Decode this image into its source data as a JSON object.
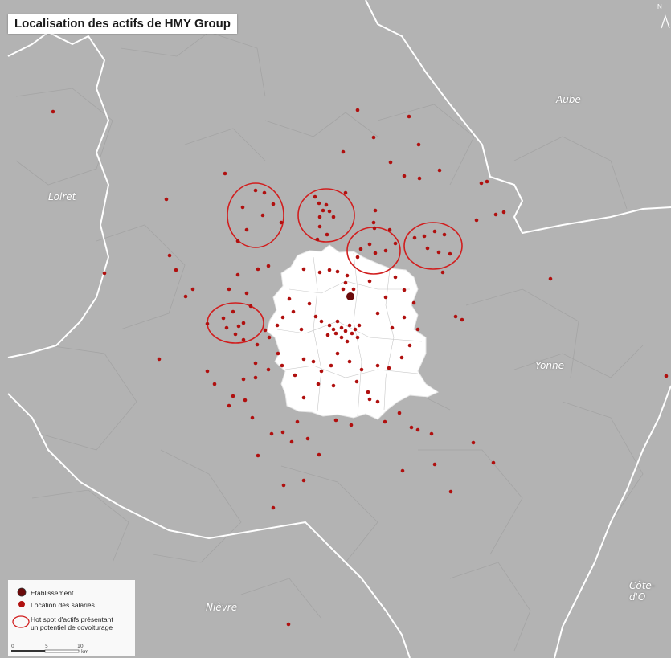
{
  "map": {
    "title": "Localisation des actifs de HMY Group",
    "departments": [
      {
        "id": "aube",
        "name": "Aube"
      },
      {
        "id": "loiret",
        "name": "Loiret"
      },
      {
        "id": "yonne",
        "name": "Yonne"
      },
      {
        "id": "nievre",
        "name": "Nièvre"
      },
      {
        "id": "cote-dor",
        "name": "Côte-d'O"
      }
    ],
    "north_arrow": "N",
    "colors": {
      "background": "#b3b3b3",
      "highlight_area": "#ffffff",
      "employee_dot": "#b0100f",
      "establishment_dot": "#6b0a0a",
      "hotspot_ring": "#d11e1e"
    },
    "legend": {
      "items": [
        {
          "symbol": "establishment",
          "label": "Etablissement"
        },
        {
          "symbol": "employee",
          "label": "Location des salariés"
        },
        {
          "symbol": "hotspot",
          "label_line1": "Hot spot d'actifs présentant",
          "label_line2": "un potentiel de covoiturage"
        }
      ],
      "scale": {
        "ticks": [
          "0",
          "5",
          "10"
        ],
        "unit": "km"
      }
    }
  }
}
